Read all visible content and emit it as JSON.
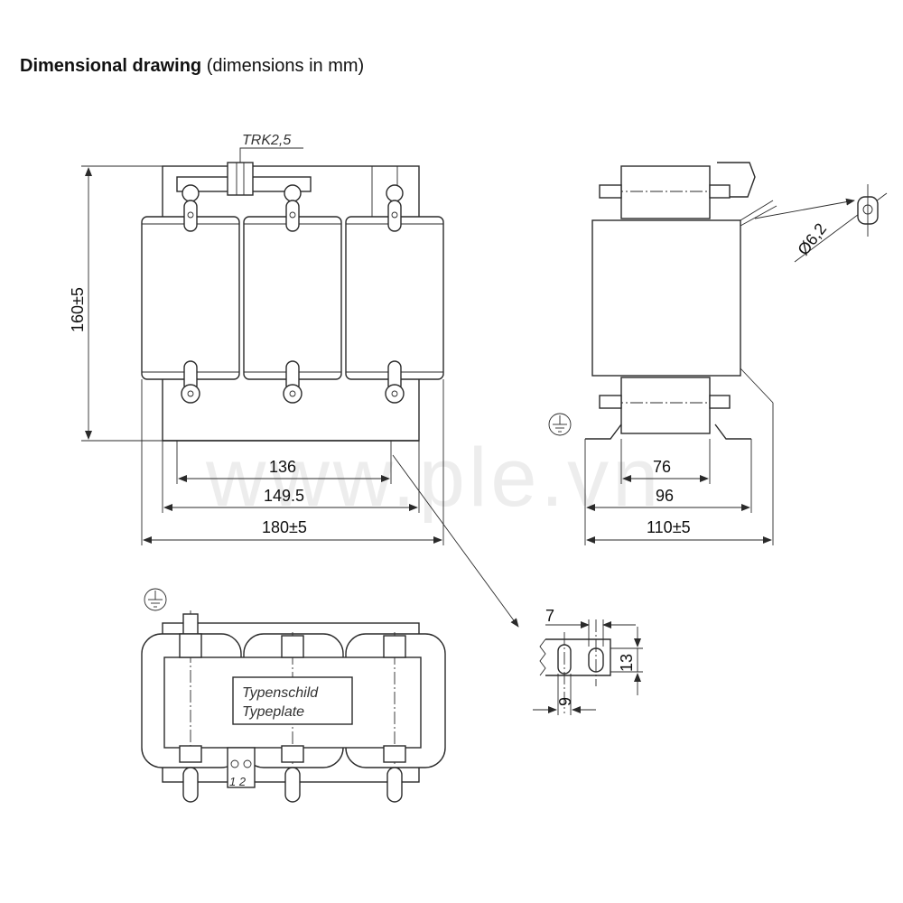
{
  "header": {
    "title_bold": "Dimensional drawing",
    "title_normal": "(dimensions in mm)"
  },
  "front_view": {
    "height": "160±5",
    "terminal_block": "TRK2,5",
    "width_mount_inner": "136",
    "width_mount_outer": "149.5",
    "width_overall": "180±5"
  },
  "side_view": {
    "hole_diameter": "Ø6,2",
    "depth_mount_inner": "76",
    "depth_mount_outer": "96",
    "depth_overall": "110±5"
  },
  "top_view": {
    "nameplate_line1": "Typenschild",
    "nameplate_line2": "Typeplate",
    "terminal_labels": "1 2"
  },
  "slot_detail": {
    "offset": "7",
    "slot_height": "13",
    "slot_width": "9"
  },
  "watermark": "www.ple.vn",
  "icons": [
    "ground-symbol-icon",
    "arrow-icon"
  ]
}
